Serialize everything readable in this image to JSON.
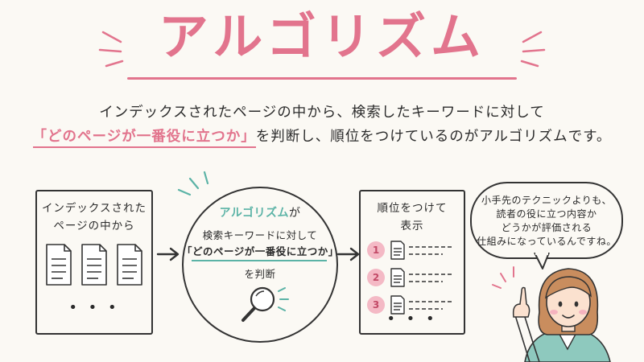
{
  "title": "アルゴリズム",
  "lead": {
    "line1": "インデックスされたページの中から、検索したキーワードに対して",
    "highlight": "「どのページが一番役に立つか」",
    "line2_rest": "を判断し、順位をつけているのがアルゴリズムです。"
  },
  "box1": {
    "line1": "インデックスされた",
    "line2": "ページの中から",
    "dots": "• • •"
  },
  "circle": {
    "algo": "アルゴリズム",
    "ga": "が",
    "line1": "検索キーワードに対して",
    "line2": "「どのページが一番役に立つか」",
    "line3": "を判断"
  },
  "box3": {
    "line1": "順位をつけて",
    "line2": "表示",
    "steps": [
      "1",
      "2",
      "3"
    ],
    "dots": "• • •"
  },
  "bubble": {
    "line1": "小手先のテクニックよりも、",
    "line2": "読者の役に立つ内容か",
    "line3": "どうかが評価される",
    "line4": "仕組みになっているんですね。"
  },
  "colors": {
    "pink": "#e2748d",
    "teal": "#5bb3a6",
    "paper": "#fbf9f4",
    "ink": "#333333"
  }
}
